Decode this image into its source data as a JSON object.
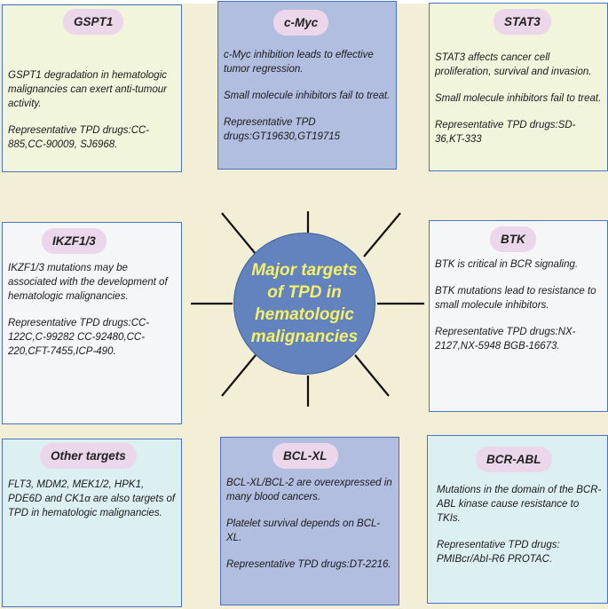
{
  "center": {
    "title": "Major targets of TPD in hematologic malignancies"
  },
  "boxes": {
    "gspt1": {
      "title": "GSPT1",
      "lines": [
        "GSPT1 degradation in hematologic malignancies can exert anti-tumour activity.",
        "Representative TPD drugs:CC-885,CC-90009, SJ6968."
      ]
    },
    "cmyc": {
      "title": "c-Myc",
      "lines": [
        "c-Myc inhibition leads to effective tumor regression.",
        "Small molecule inhibitors fail to treat.",
        "Representative TPD drugs:GT19630,GT19715"
      ]
    },
    "stat3": {
      "title": "STAT3",
      "lines": [
        "STAT3 affects cancer cell proliferation, survival and invasion.",
        "Small molecule inhibitors fail to treat.",
        "Representative TPD drugs:SD-36,KT-333"
      ]
    },
    "ikzf": {
      "title": "IKZF1/3",
      "lines": [
        "IKZF1/3 mutations may be associated with the development of hematologic malignancies.",
        "Representative TPD drugs:CC-122C,C-99282 CC-92480,CC-220,CFT-7455,ICP-490."
      ]
    },
    "btk": {
      "title": "BTK",
      "lines": [
        "BTK is critical in BCR signaling.",
        "BTK mutations lead to resistance to small molecule inhibitors.",
        "Representative TPD drugs:NX-2127,NX-5948 BGB-16673."
      ]
    },
    "other": {
      "title": "Other targets",
      "lines": [
        "FLT3, MDM2, MEK1/2, HPK1, PDE6D and CK1α are also targets of TPD in hematologic malignancies."
      ]
    },
    "bclxl": {
      "title": "BCL-XL",
      "lines": [
        "BCL-XL/BCL-2  are overexpressed in many blood cancers.",
        "Platelet survival depends on BCL-XL.",
        "Representative TPD drugs:DT-2216."
      ]
    },
    "bcrabl": {
      "title": "BCR-ABL",
      "lines": [
        "Mutations in the domain of the BCR-ABL kinase cause resistance to TKIs.",
        "Representative TPD drugs: PMIBcr/AbI-R6 PROTAC."
      ]
    }
  },
  "colors": {
    "background": "#f3eed6",
    "circle": "#6283be",
    "circle_text": "#f5f06a",
    "pill": "#ecd6ea",
    "border": "#4a72c4"
  }
}
